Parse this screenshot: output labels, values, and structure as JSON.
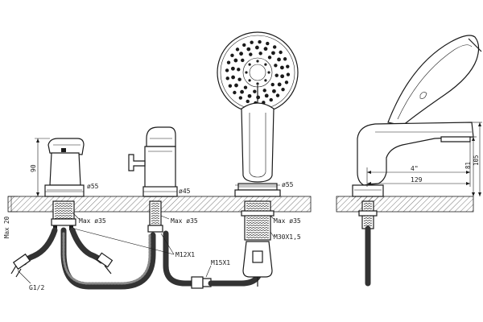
{
  "labels": {
    "h_90": "90",
    "d55_left": "ø55",
    "d45": "ø45",
    "d55_right": "ø55",
    "max35_a": "Max ø35",
    "max35_b": "Max ø35",
    "max35_c": "Max ø35",
    "max20": "Max 20",
    "m12": "M12X1",
    "m15": "M15X1",
    "m30": "M30X1,5",
    "g12": "G1/2",
    "inch4": "4\"",
    "w129": "129",
    "h81": "81",
    "h105": "105"
  },
  "colors": {
    "ink": "#1a1a1a",
    "hose": "#333333",
    "background": "#ffffff"
  }
}
